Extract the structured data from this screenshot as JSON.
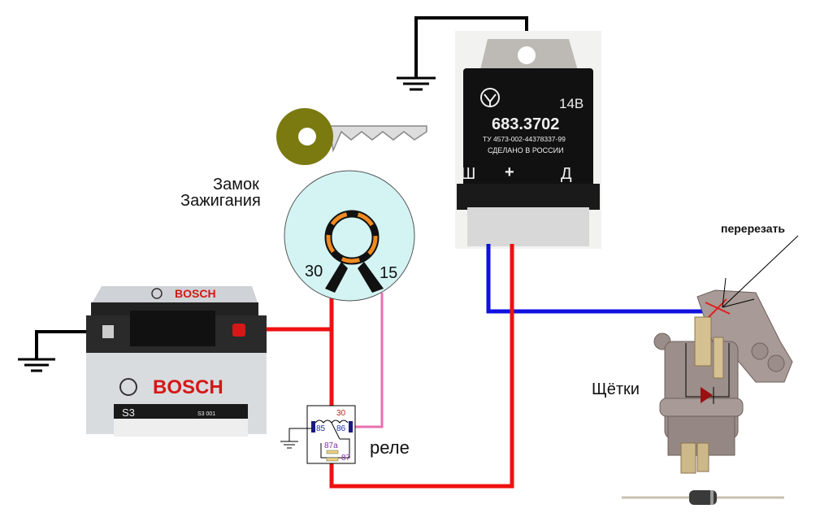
{
  "regulator": {
    "voltage": "14В",
    "model": "683.3702",
    "spec": "ТУ 4573-002-44378337-99",
    "made_in": "СДЕЛАНО В РОССИИ",
    "terminal_sh": "Ш",
    "terminal_plus": "+",
    "terminal_d": "Д"
  },
  "ignition": {
    "label_line1": "Замок",
    "label_line2": "Зажигания",
    "contact_30": "30",
    "contact_15": "15"
  },
  "battery": {
    "brand": "BOSCH",
    "series": "S3",
    "code": "S3 001"
  },
  "relay": {
    "label": "реле",
    "pin_30": "30",
    "pin_85": "85",
    "pin_86": "86",
    "pin_87a": "87a",
    "pin_87": "87"
  },
  "brushes": {
    "label": "Щётки",
    "cut_label": "перерезать"
  },
  "colors": {
    "positive_wire": "#ee1111",
    "field_wire": "#1010e0",
    "ignition_wire": "#e870b0",
    "ground_wire": "#000000",
    "lock_fill": "#d4f4f4",
    "key_head": "#7a7a10"
  }
}
